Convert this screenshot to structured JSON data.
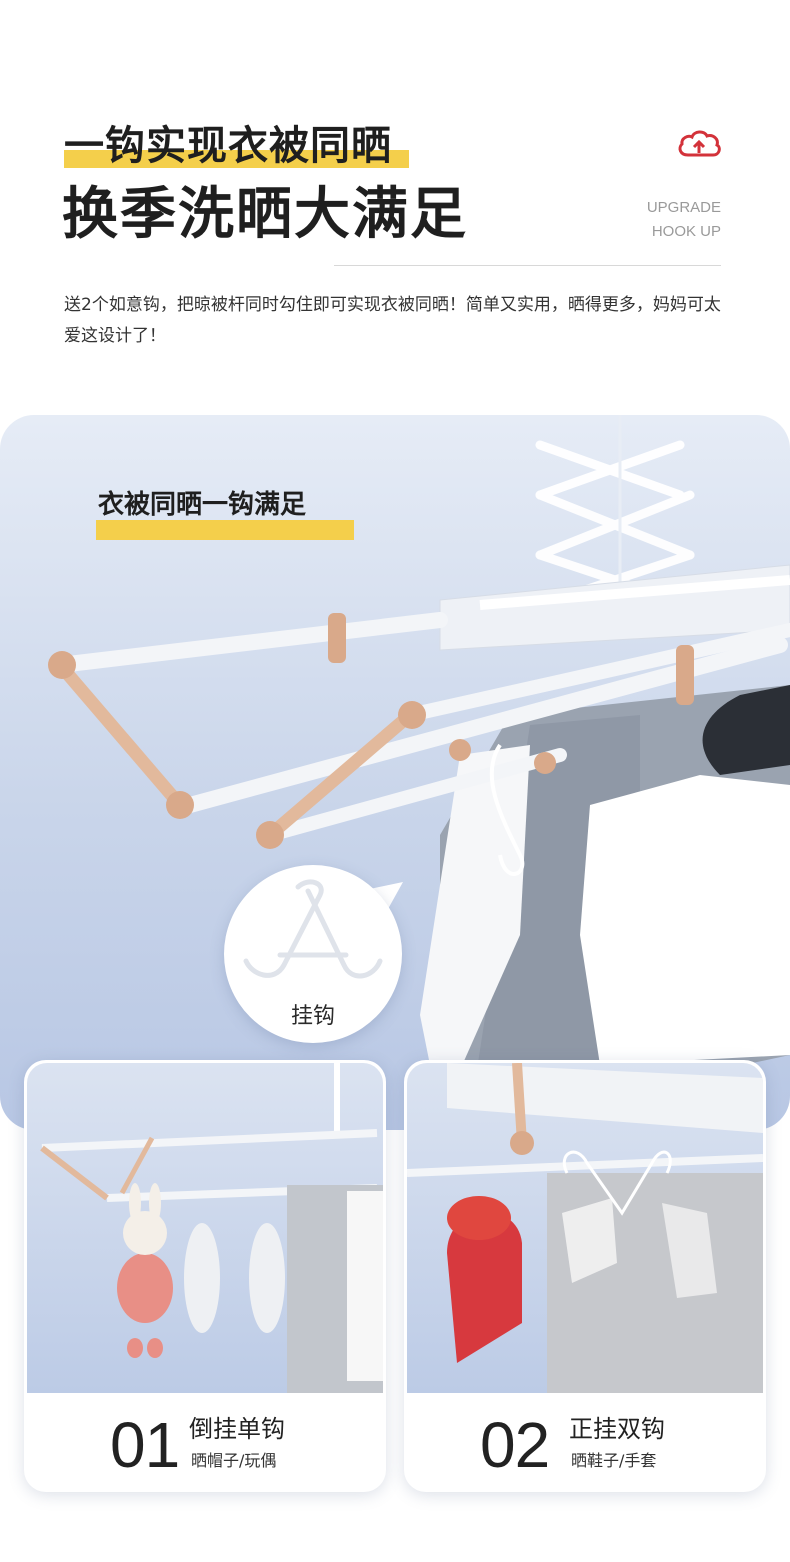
{
  "header": {
    "title_line1": "一钩实现衣被同晒",
    "title_line2": "换季洗晒大满足",
    "upgrade_line1": "UPGRADE",
    "upgrade_line2": "HOOK UP",
    "description": "送2个如意钩，把晾被杆同时勾住即可实现衣被同晒！简单又实用，晒得更多，妈妈可太爱这设计了！"
  },
  "hero": {
    "label": "衣被同晒一钩满足",
    "hook_label": "挂钩"
  },
  "cards": [
    {
      "number": "01",
      "title": "倒挂单钩",
      "subtitle": "晒帽子/玩偶"
    },
    {
      "number": "02",
      "title": "正挂双钩",
      "subtitle": "晒鞋子/手套"
    }
  ],
  "colors": {
    "accent_yellow": "#f4cf4b",
    "icon_red": "#d3323a",
    "rose_gold": "#e2b99c"
  },
  "icons": [
    "cloud-upload-icon"
  ]
}
